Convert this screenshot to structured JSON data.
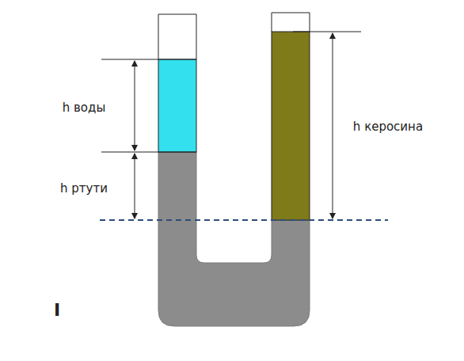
{
  "diagram": {
    "labels": [
      "h воды",
      "h ртути",
      "h керосина",
      "I"
    ]
  }
}
